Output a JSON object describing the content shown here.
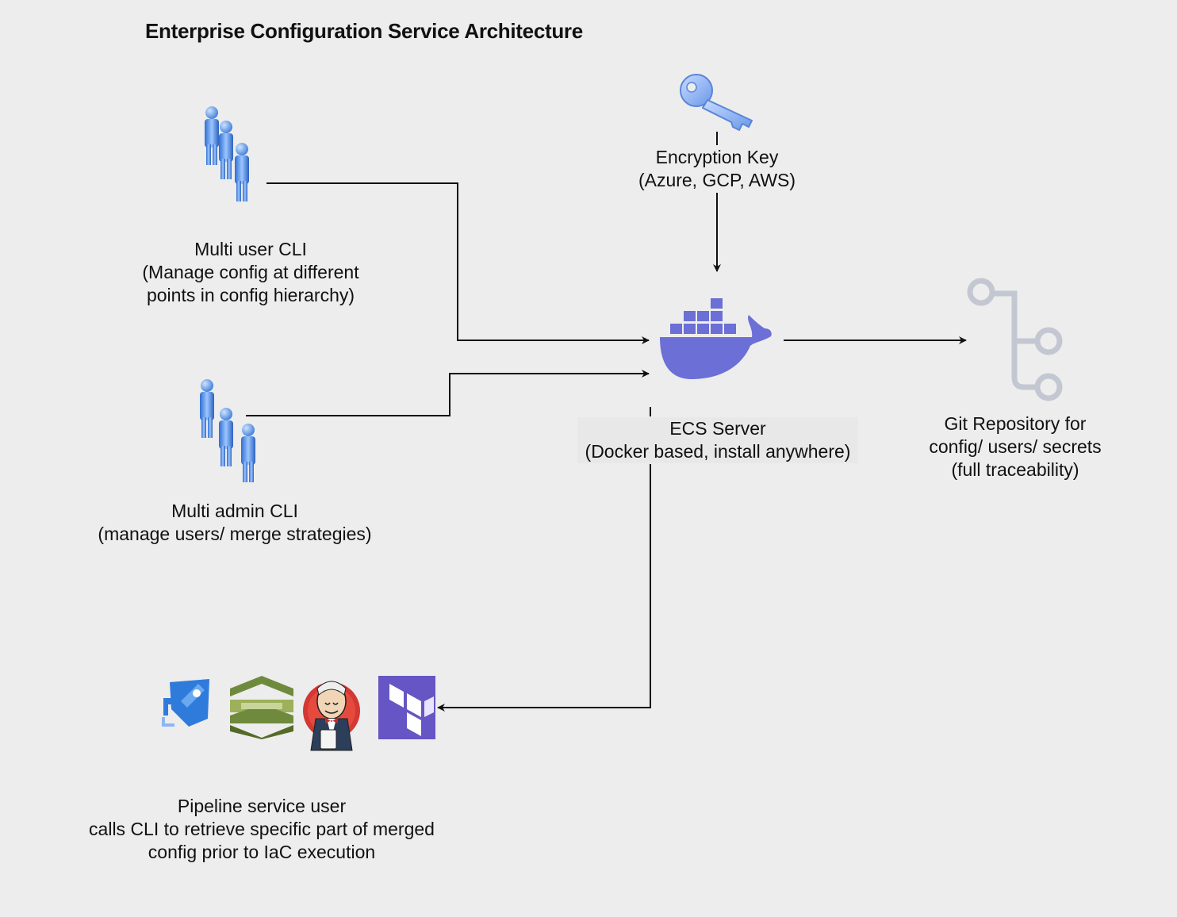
{
  "title": "Enterprise Configuration Service Architecture",
  "nodes": {
    "multi_user_cli": {
      "lines": [
        "Multi user CLI",
        "(Manage config at different",
        "points in config hierarchy)"
      ],
      "icon": "users-group-icon"
    },
    "multi_admin_cli": {
      "lines": [
        "Multi admin CLI",
        "(manage users/ merge strategies)"
      ],
      "icon": "users-group-icon"
    },
    "encryption_key": {
      "lines": [
        "Encryption Key",
        "(Azure, GCP, AWS)"
      ],
      "icon": "key-icon"
    },
    "ecs_server": {
      "lines": [
        "ECS Server",
        "(Docker based, install anywhere)"
      ],
      "icon": "docker-whale-icon"
    },
    "git_repository": {
      "lines": [
        "Git Repository for",
        "config/ users/ secrets",
        "(full traceability)"
      ],
      "icon": "git-branch-icon"
    },
    "pipeline_service_user": {
      "lines": [
        "Pipeline service user",
        "calls CLI to retrieve specific part of merged",
        "config prior to IaC execution"
      ],
      "icons": [
        "azure-pipelines-icon",
        "aws-codepipeline-icon",
        "jenkins-icon",
        "terraform-icon"
      ]
    }
  },
  "edges": [
    {
      "from": "multi_user_cli",
      "to": "ecs_server"
    },
    {
      "from": "multi_admin_cli",
      "to": "ecs_server"
    },
    {
      "from": "encryption_key",
      "to": "ecs_server"
    },
    {
      "from": "ecs_server",
      "to": "git_repository"
    },
    {
      "from": "ecs_server",
      "to": "pipeline_service_user"
    }
  ],
  "colors": {
    "background": "#ededed",
    "docker": "#6b6fd6",
    "git_icon": "#c3c7d2",
    "terraform": "#6655c4",
    "user_icon": "#5b9be8",
    "key": "#8fb6f2"
  }
}
